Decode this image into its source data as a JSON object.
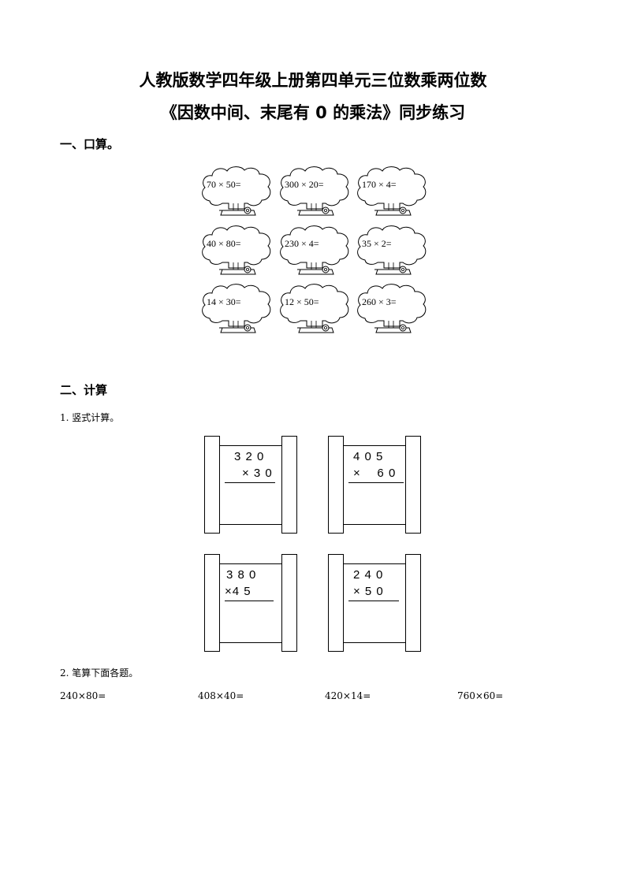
{
  "title": {
    "line1": "人教版数学四年级上册第四单元三位数乘两位数",
    "line2": "《因数中间、末尾有 0 的乘法》同步练习"
  },
  "section1": {
    "heading": "一、口算。",
    "items": [
      "70 × 50=",
      "300 × 20=",
      "170 × 4=",
      "40 × 80=",
      "230 × 4=",
      "35 × 2=",
      "14 × 30=",
      "12 × 50=",
      "260 × 3="
    ]
  },
  "section2": {
    "heading": "二、计算",
    "part1": {
      "label": "1. 竖式计算。",
      "problems": [
        {
          "top": "3 2 0",
          "bottom": "× 3 0"
        },
        {
          "top": "4 0 5",
          "bottom": "×    6 0"
        },
        {
          "top": "3 8 0",
          "bottom": "×4 5"
        },
        {
          "top": "2 4 0",
          "bottom": "× 5 0"
        }
      ]
    },
    "part2": {
      "label": "2. 笔算下面各题。",
      "problems": [
        "240×80=",
        "408×40=",
        "420×14=",
        "760×60="
      ]
    }
  }
}
